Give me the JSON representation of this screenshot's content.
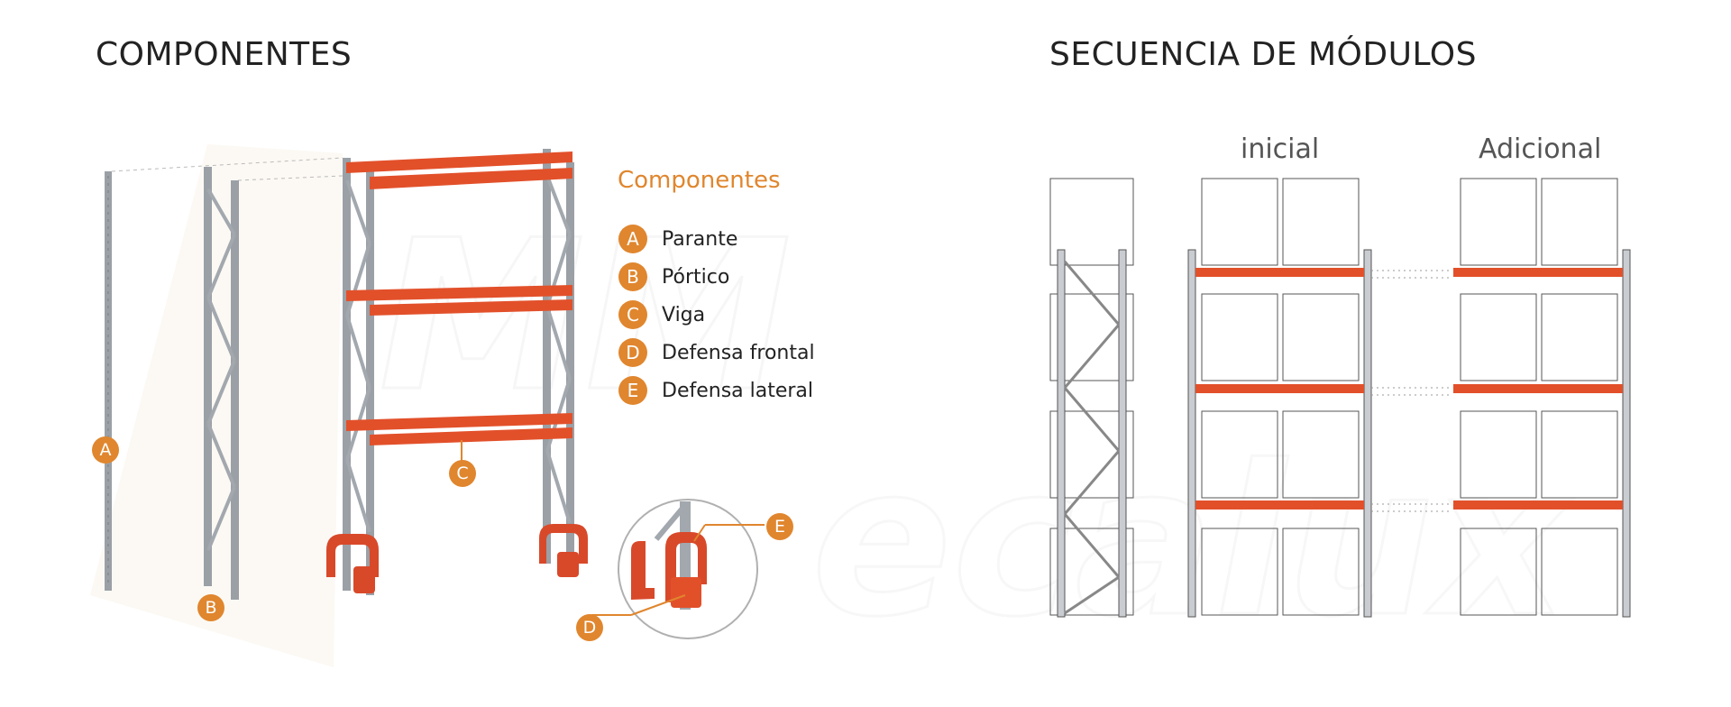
{
  "headings": {
    "components": "COMPONENTES",
    "sequence": "SECUENCIA DE MÓDULOS"
  },
  "legend": {
    "title": "Componentes",
    "items": [
      {
        "letter": "A",
        "label": "Parante"
      },
      {
        "letter": "B",
        "label": "Pórtico"
      },
      {
        "letter": "C",
        "label": "Viga"
      },
      {
        "letter": "D",
        "label": "Defensa frontal"
      },
      {
        "letter": "E",
        "label": "Defensa lateral"
      }
    ]
  },
  "sequence": {
    "initial_label": "inicial",
    "additional_label": "Adicional"
  },
  "callouts": {
    "a": "A",
    "b": "B",
    "c": "C",
    "d": "D",
    "e": "E"
  },
  "colors": {
    "accent": "#e0862e",
    "beam": "#e2502a",
    "steel": "#9aa0a6"
  }
}
